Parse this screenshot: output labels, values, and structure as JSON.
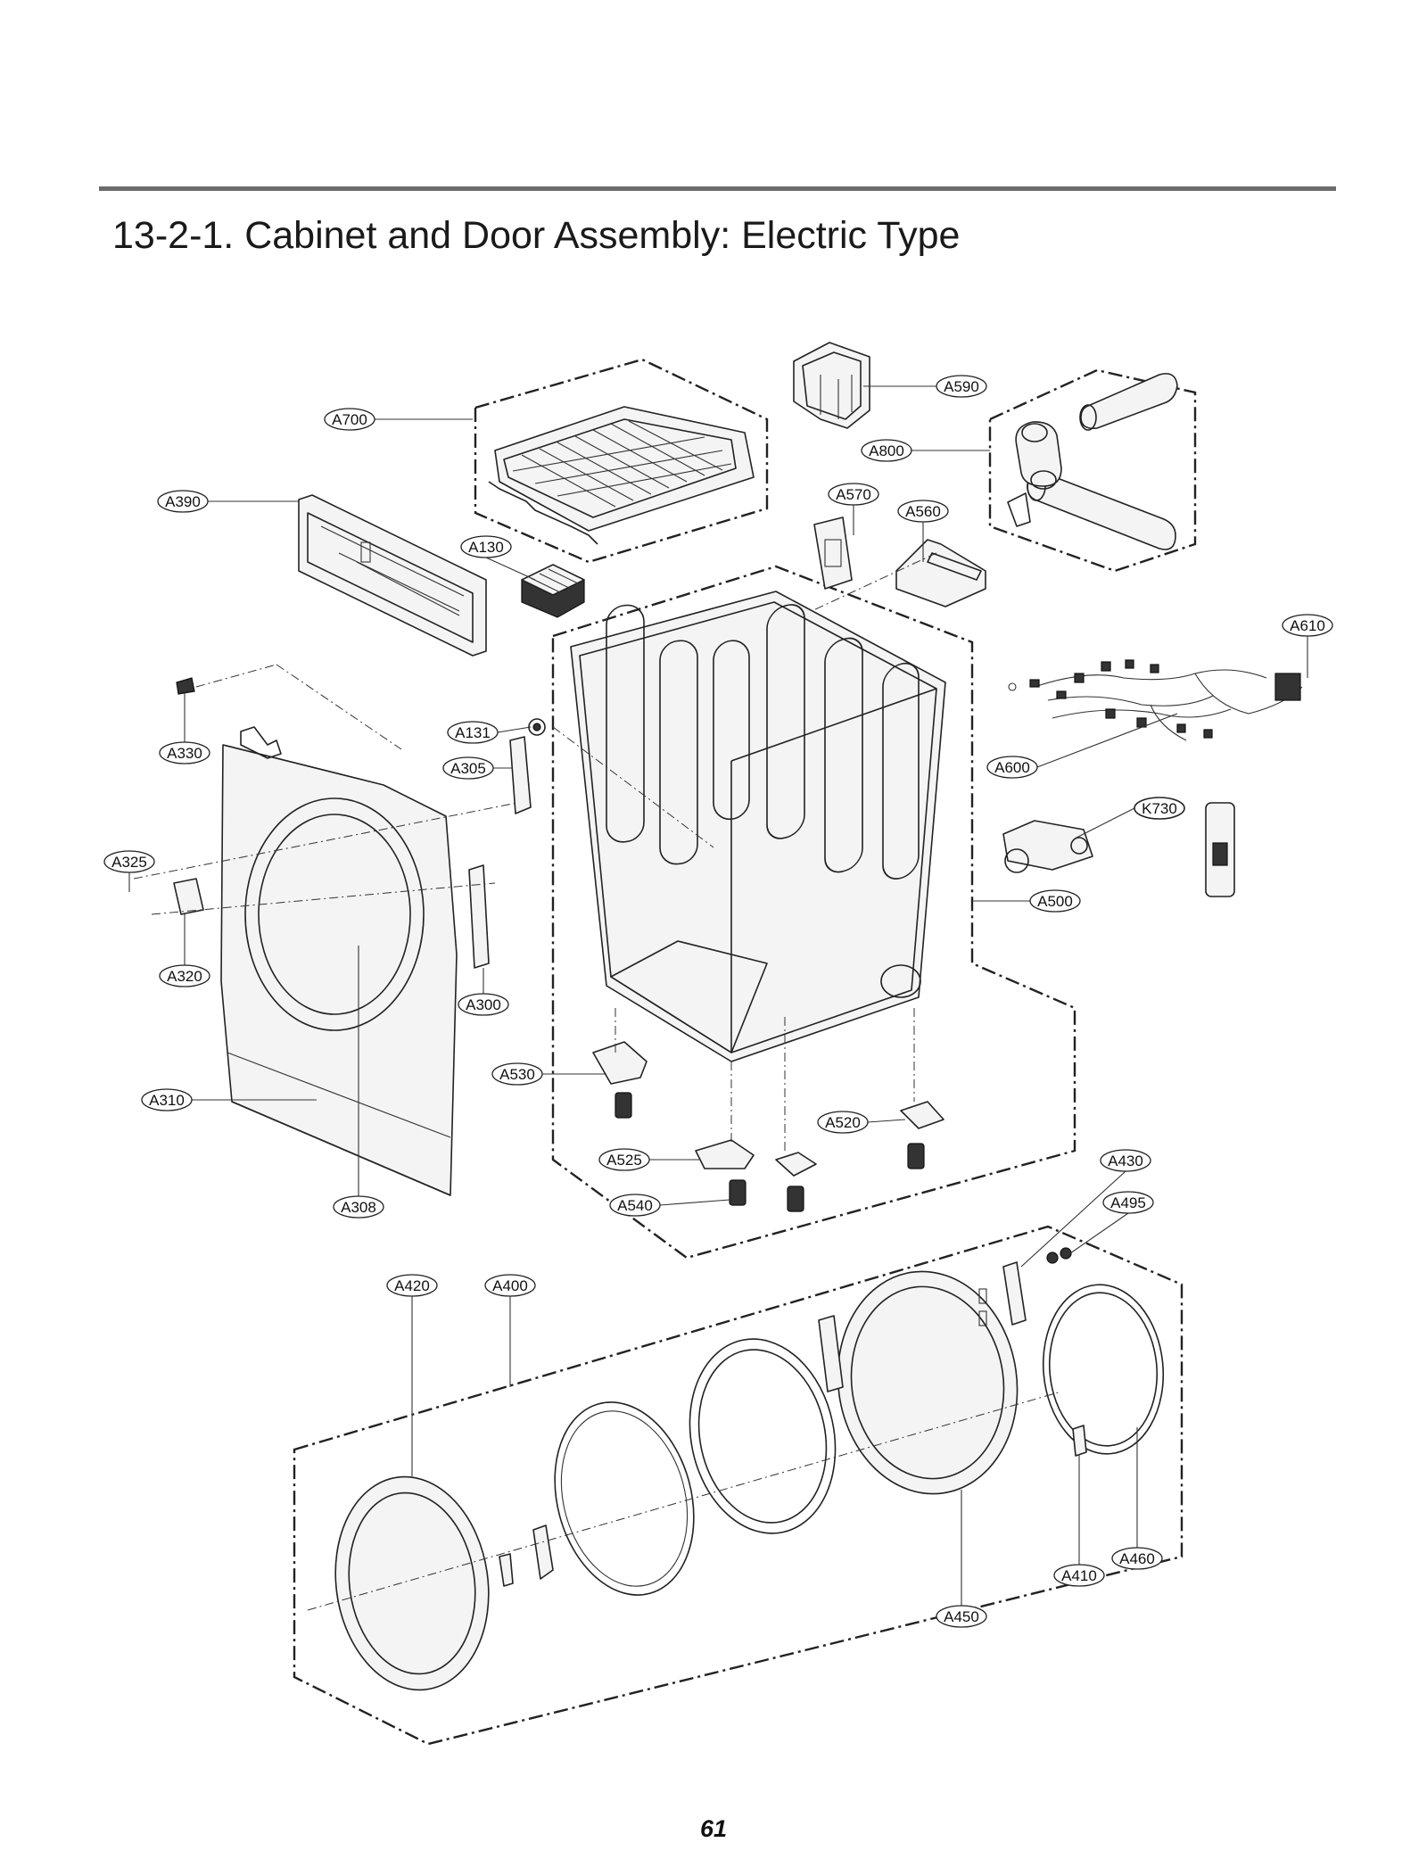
{
  "header": {
    "title": "13-2-1. Cabinet and Door Assembly: Electric Type"
  },
  "footer": {
    "page_number": "61"
  },
  "callouts": {
    "A590": "A590",
    "A700": "A700",
    "A800": "A800",
    "A390": "A390",
    "A570": "A570",
    "A560": "A560",
    "A130": "A130",
    "A610": "A610",
    "A330": "A330",
    "A131": "A131",
    "A305": "A305",
    "A600": "A600",
    "K730": "K730",
    "A325": "A325",
    "A500": "A500",
    "A320": "A320",
    "A300": "A300",
    "A530": "A530",
    "A310": "A310",
    "A520": "A520",
    "A430": "A430",
    "A525": "A525",
    "A495": "A495",
    "A540": "A540",
    "A308": "A308",
    "A420": "A420",
    "A400": "A400",
    "A460": "A460",
    "A410": "A410",
    "A450": "A450"
  }
}
